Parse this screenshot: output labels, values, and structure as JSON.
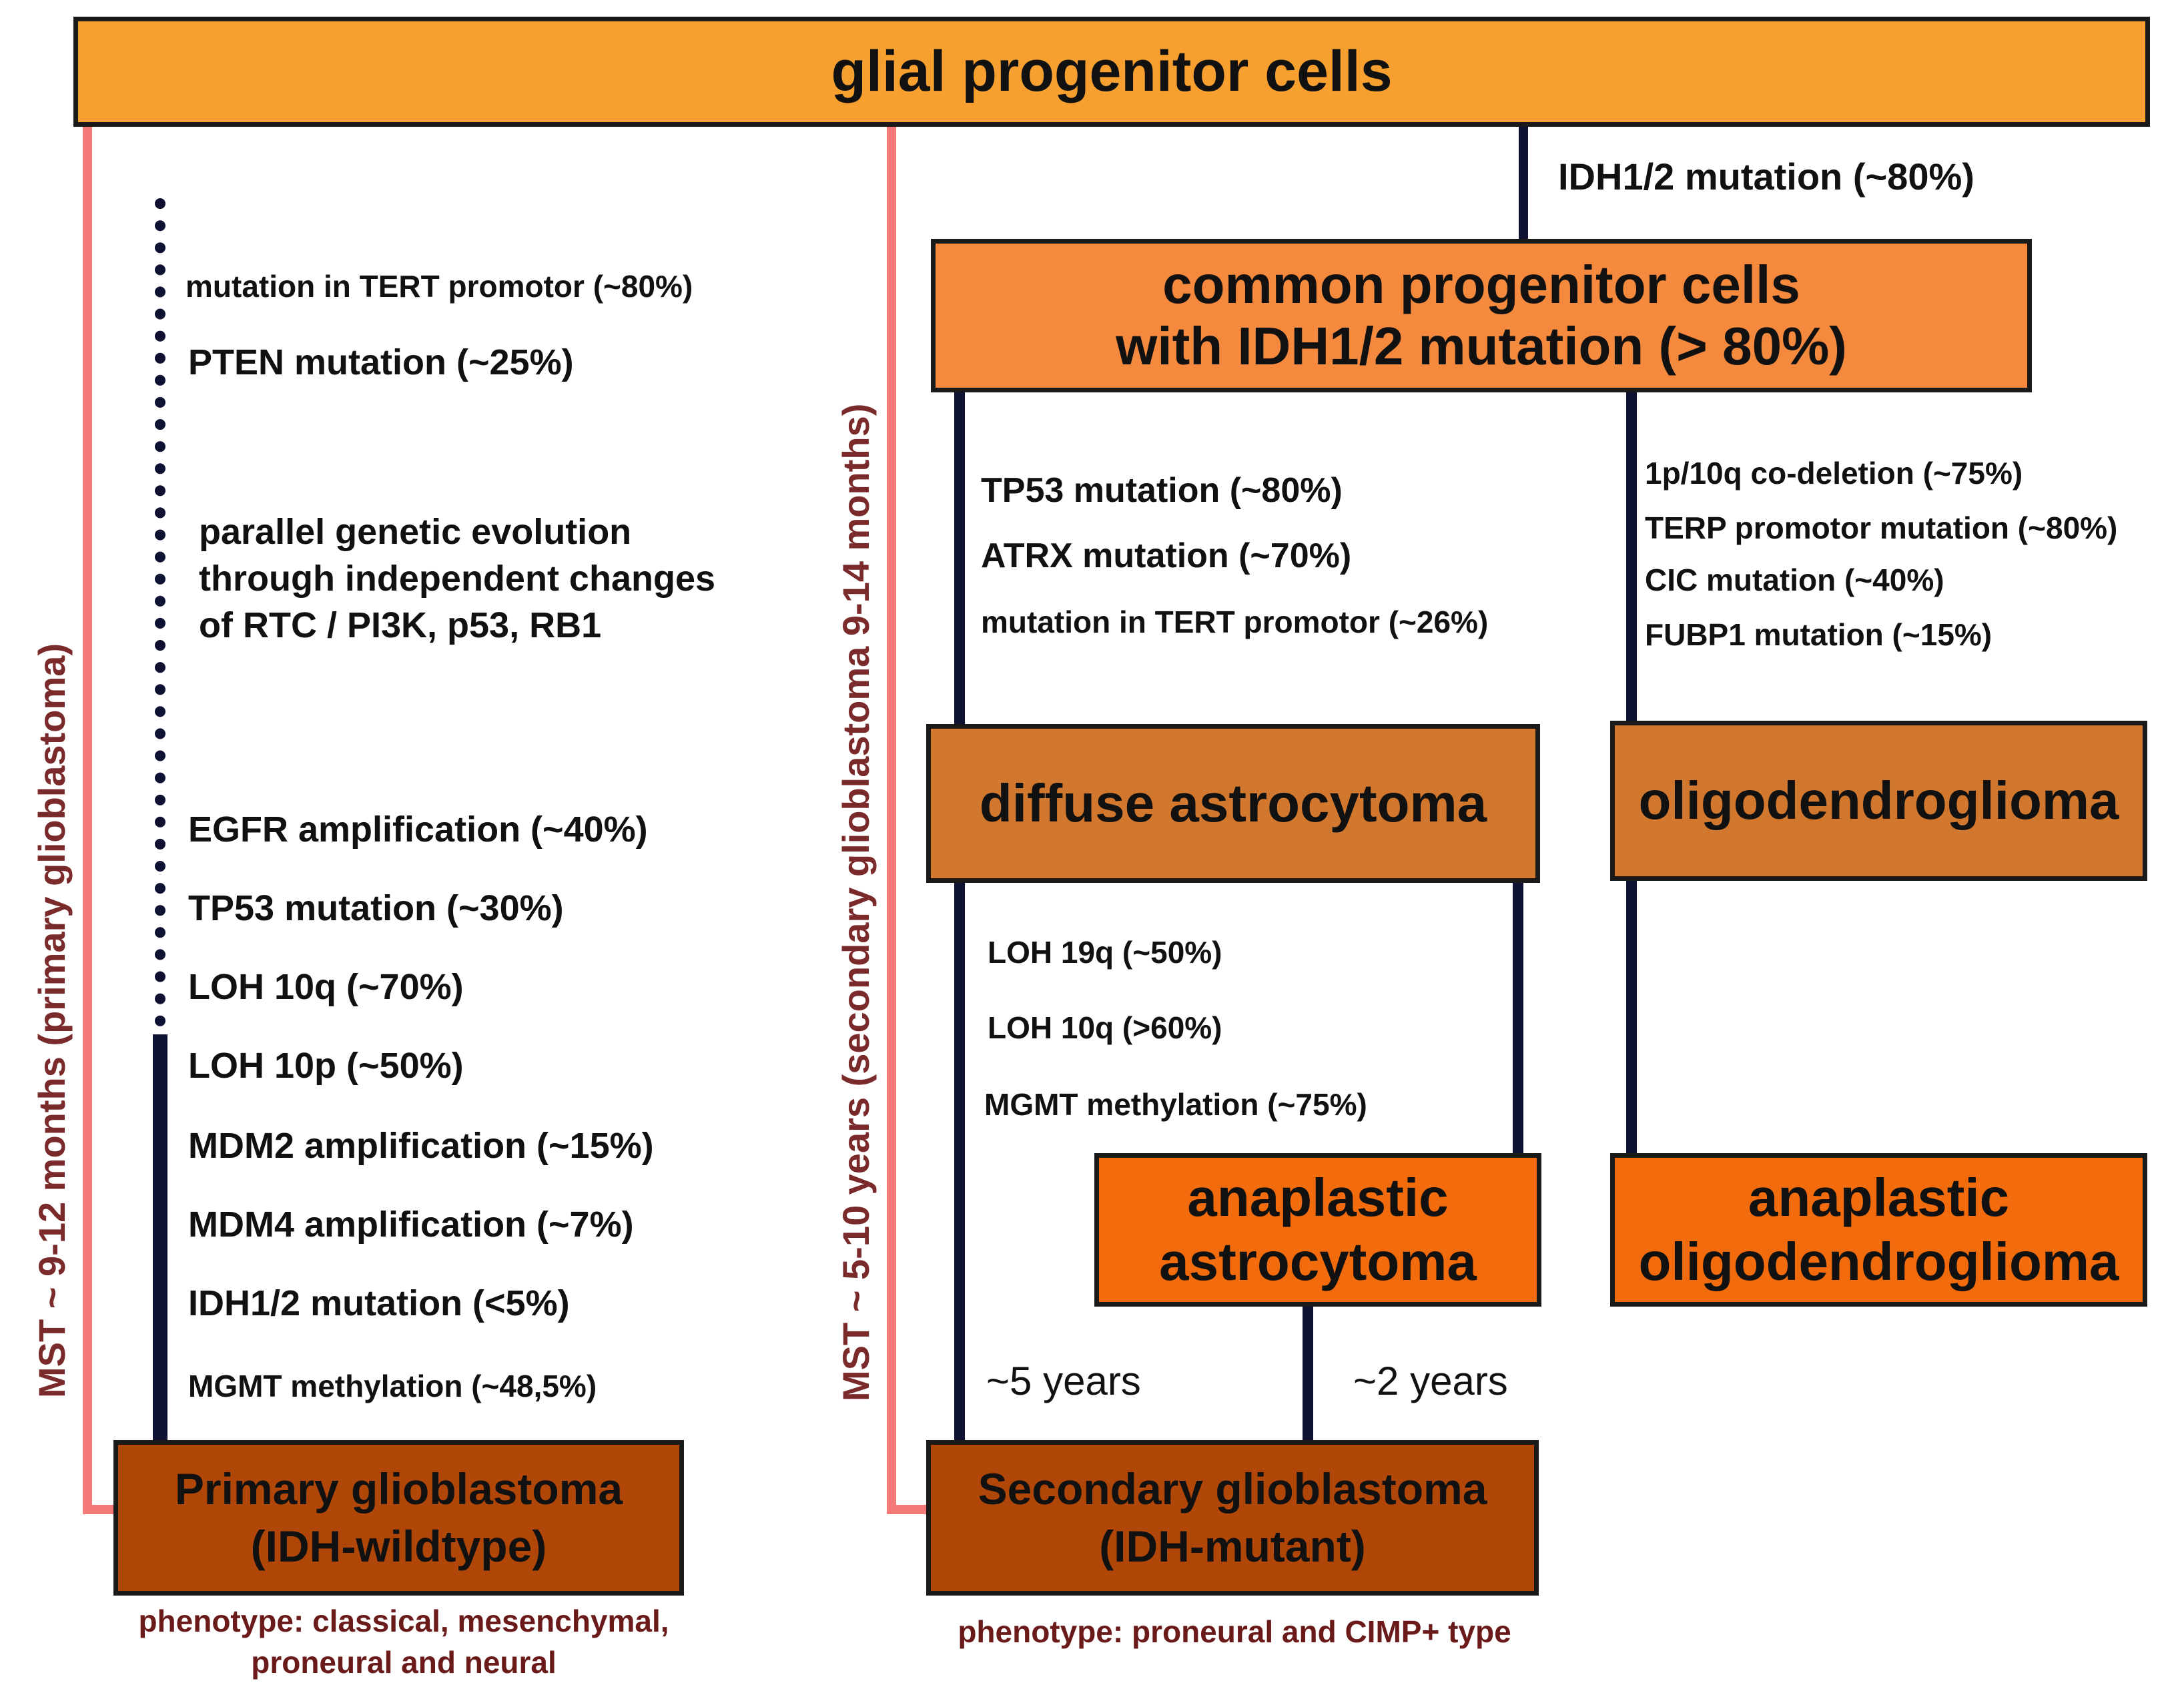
{
  "boxes": {
    "glial": "glial progenitor cells",
    "common": [
      "common progenitor cells",
      "with IDH1/2 mutation (> 80%)"
    ],
    "diffuse": "diffuse astrocytoma",
    "oligo": "oligodendroglioma",
    "anaplastic_astro": [
      "anaplastic",
      "astrocytoma"
    ],
    "anaplastic_oligo": [
      "anaplastic",
      "oligodendroglioma"
    ],
    "primary_gbm": [
      "Primary glioblastoma",
      "(IDH-wildtype)"
    ],
    "secondary_gbm": [
      "Secondary glioblastoma",
      "(IDH-mutant)"
    ]
  },
  "primary_path": {
    "label_mst": "MST ~ 9-12 months (primary glioblastoma)",
    "tert": "mutation in TERT promotor (~80%)",
    "pten": "PTEN mutation (~25%)",
    "parallel": [
      "parallel genetic evolution",
      "through independent changes",
      "of RTC / PI3K, p53, RB1"
    ],
    "alterations": [
      "EGFR amplification (~40%)",
      "TP53 mutation (~30%)",
      "LOH 10q (~70%)",
      "LOH 10p (~50%)",
      "MDM2 amplification (~15%)",
      "MDM4 amplification (~7%)",
      "IDH1/2 mutation (<5%)",
      "MGMT methylation (~48,5%)"
    ],
    "phenotype": [
      "phenotype: classical, mesenchymal,",
      "proneural and neural"
    ]
  },
  "secondary_path": {
    "label_mst": "MST ~ 5-10 years (secondary glioblastoma 9-14 months)",
    "idh": "IDH1/2 mutation (~80%)",
    "astro_mutations": [
      "TP53 mutation (~80%)",
      "ATRX mutation (~70%)",
      "mutation in TERT promotor (~26%)"
    ],
    "oligo_mutations": [
      "1p/10q co-deletion (~75%)",
      "TERP promotor mutation (~80%)",
      "CIC mutation (~40%)",
      "FUBP1 mutation (~15%)"
    ],
    "progression": [
      "LOH 19q (~50%)",
      "LOH 10q (>60%)",
      "MGMT methylation (~75%)"
    ],
    "time_left": "~5 years",
    "time_right": "~2 years",
    "phenotype": "phenotype: proneural and CIMP+ type"
  },
  "colors": {
    "glial": "#f7a030",
    "common": "#f58a3e",
    "diffuse": "#d2782e",
    "anaplastic": "#f26c0d",
    "glioblastoma": "#b04708",
    "connector": "#0f1233",
    "mst_bracket": "#f47a7a",
    "mst_text": "#7a2a2a"
  }
}
